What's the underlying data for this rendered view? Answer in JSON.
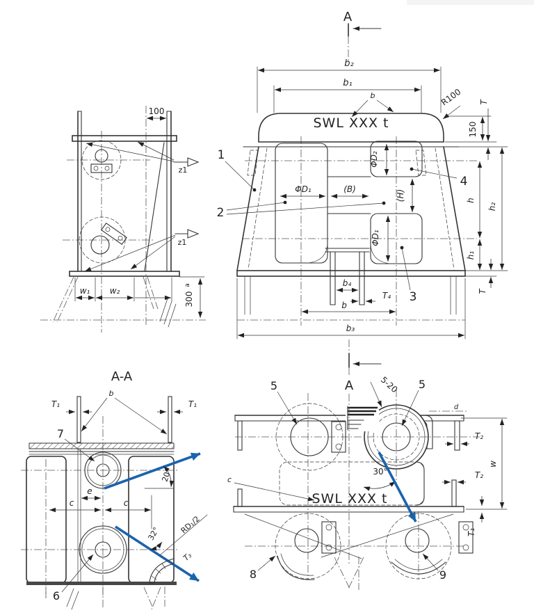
{
  "colors": {
    "accent_blue": "#1a63ad",
    "line": "#333333"
  },
  "d": {
    "A": "A",
    "AA": "A-A",
    "swl": "SWL XXX t",
    "p1": "1",
    "p2": "2",
    "p3": "3",
    "p4": "4",
    "p5": "5",
    "p6": "6",
    "p7": "7",
    "p8": "8",
    "p9": "9",
    "z1": "z1",
    "w520": "5-20",
    "nb": "b",
    "nc": "c",
    "nd": "d",
    "b": "b",
    "b1": "b₁",
    "b2": "b₂",
    "b3": "b₃",
    "b4": "b₄",
    "h": "h",
    "h1": "h₁",
    "h2": "h₂",
    "T": "T",
    "T1": "T₁",
    "T2": "T₂",
    "T3": "T₃",
    "T4": "T₄",
    "w": "w",
    "w1": "w₁",
    "w2": "w₂",
    "c": "c",
    "e": "e",
    "D1": "ΦD₁",
    "D2": "ΦD₂",
    "B": "(B)",
    "H": "(H)",
    "n100": "100",
    "n150": "150",
    "n300": "300",
    "sup_a": "a",
    "R100": "R100",
    "RD12": "RD₁/2",
    "a20": "20°",
    "a30": "30°",
    "a32": "32°"
  }
}
